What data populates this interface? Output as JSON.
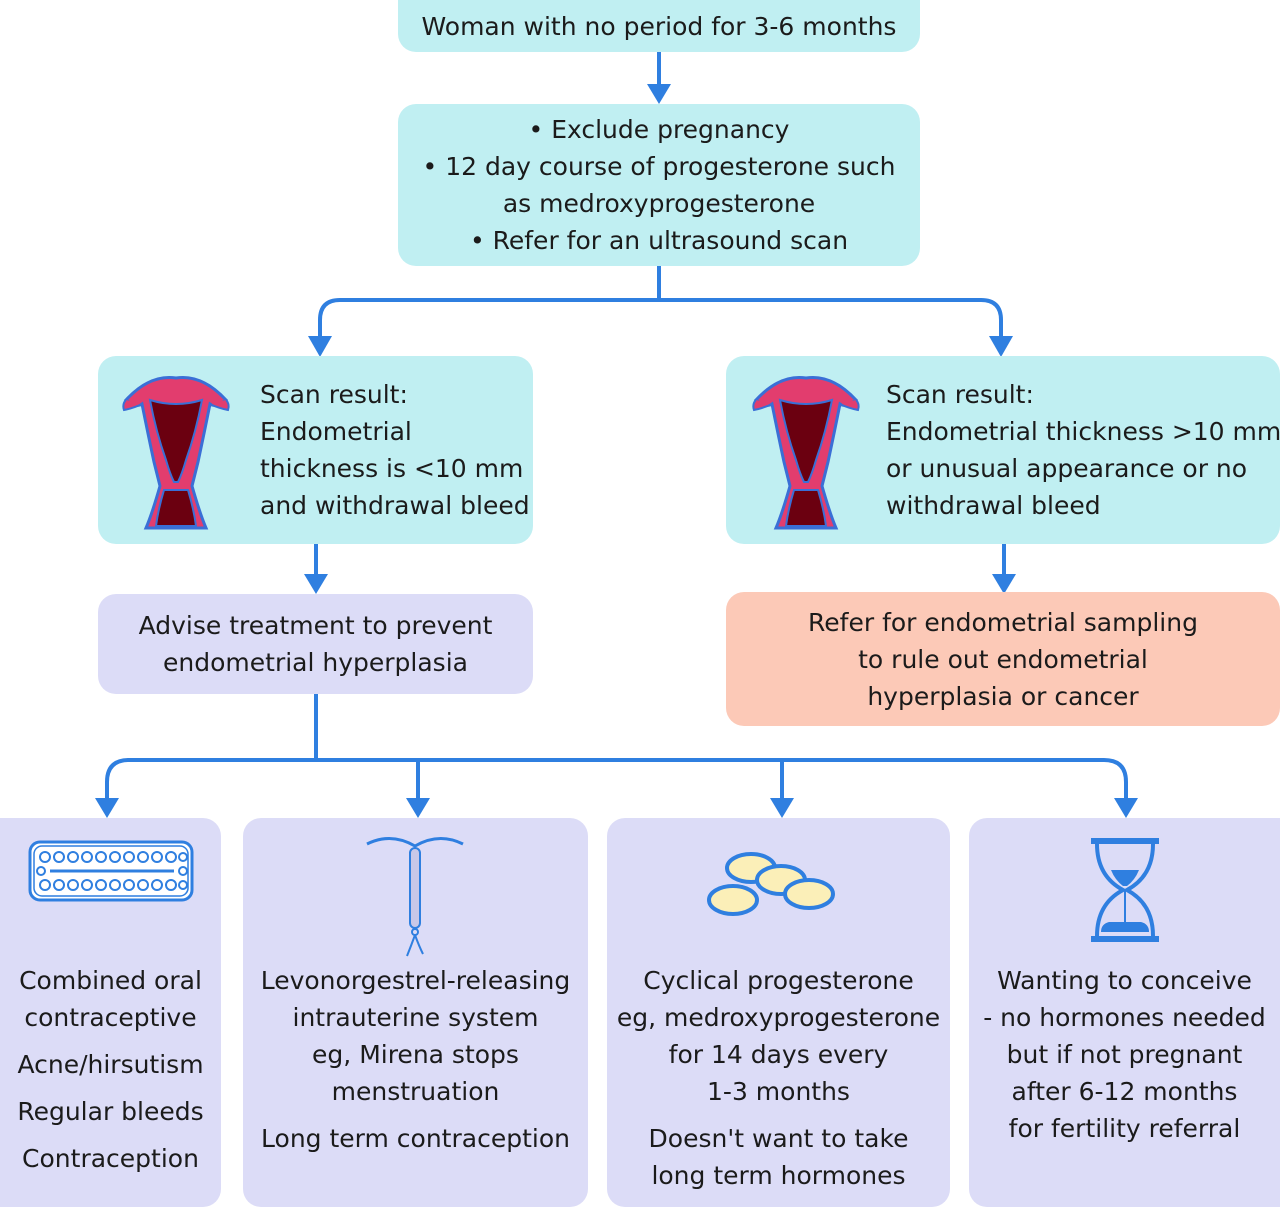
{
  "start": {
    "text": "Woman with no period for 3-6 months"
  },
  "steps": {
    "lines": [
      "• Exclude pregnancy",
      "• 12 day course of progesterone such",
      "as medroxyprogesterone",
      "• Refer for an ultrasound scan"
    ]
  },
  "scan_left": {
    "lines": [
      "Scan result:",
      "Endometrial",
      "thickness is <10 mm",
      "and withdrawal bleed"
    ],
    "icon": "uterus-icon"
  },
  "scan_right": {
    "lines": [
      "Scan result:",
      "Endometrial thickness >10 mm",
      "or unusual appearance or no",
      "withdrawal bleed"
    ],
    "icon": "uterus-icon"
  },
  "advise": {
    "lines": [
      "Advise treatment to prevent",
      "endometrial hyperplasia"
    ]
  },
  "refer": {
    "lines": [
      "Refer for endometrial sampling",
      "to rule out endometrial",
      "hyperplasia or cancer"
    ]
  },
  "options": [
    {
      "icon": "pill-pack-icon",
      "lines": [
        "Combined oral",
        "contraceptive"
      ],
      "extra": [
        "Acne/hirsutism",
        "Regular bleeds",
        "Contraception"
      ]
    },
    {
      "icon": "iud-icon",
      "lines": [
        "Levonorgestrel-releasing",
        "intrauterine system",
        "eg, Mirena stops",
        "menstruation"
      ],
      "extra": [
        "Long term contraception"
      ]
    },
    {
      "icon": "tablets-icon",
      "lines": [
        "Cyclical progesterone",
        "eg, medroxyprogesterone",
        "for 14 days every",
        "1-3 months"
      ],
      "extra": [
        "Doesn't want to take",
        "long term hormones"
      ]
    },
    {
      "icon": "hourglass-icon",
      "lines": [
        "Wanting to conceive",
        "- no hormones needed",
        "but if not pregnant",
        "after 6-12 months",
        "for fertility referral"
      ],
      "extra": []
    }
  ],
  "colors": {
    "arrow": "#2f7fe0",
    "cyan_box": "#c0eff2",
    "lavender_box": "#dcdcf7",
    "salmon_box": "#fcc9b7",
    "uterus_fill": "#e23d6e",
    "uterus_dark": "#6b0010",
    "icon_blue": "#2f7fe0"
  }
}
